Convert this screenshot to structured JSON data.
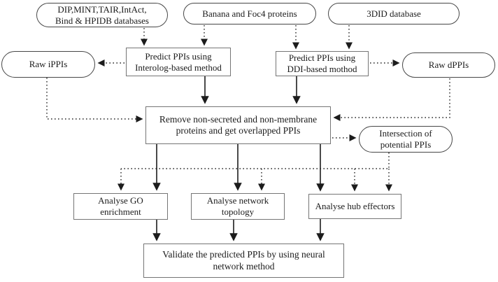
{
  "diagram": {
    "title": "PPI prediction and analysis workflow",
    "nodes": {
      "dip_databases": {
        "shape": "ellipse",
        "label": "DIP,MINT,TAIR,IntAct,\nBind & HPIDB databases"
      },
      "banana_foc4": {
        "shape": "ellipse",
        "label": "Banana and Foc4 proteins"
      },
      "threedid": {
        "shape": "ellipse",
        "label": "3DID database"
      },
      "raw_ippis": {
        "shape": "ellipse",
        "label": "Raw iPPIs"
      },
      "predict_interolog": {
        "shape": "rect",
        "label": "Predict PPIs using\nInterolog-based method"
      },
      "predict_ddi": {
        "shape": "rect",
        "label": "Predict PPIs using\nDDI-based mothod"
      },
      "raw_dppis": {
        "shape": "ellipse",
        "label": "Raw dPPIs"
      },
      "remove_overlap": {
        "shape": "rect",
        "label": "Remove non-secreted and non-membrane\nproteins and get overlapped PPIs"
      },
      "intersection": {
        "shape": "ellipse",
        "label": "Intersection of\npotential PPIs"
      },
      "analyse_go": {
        "shape": "rect",
        "label": "Analyse GO\nenrichment"
      },
      "analyse_network": {
        "shape": "rect",
        "label": "Analyse network\ntopology"
      },
      "analyse_hub": {
        "shape": "rect",
        "label": "Analyse hub effectors"
      },
      "validate": {
        "shape": "rect",
        "label": "Validate the predicted PPIs by using neural\nnetwork method"
      }
    },
    "edges": [
      {
        "from": "dip_databases",
        "to": "predict_interolog",
        "style": "dotted"
      },
      {
        "from": "banana_foc4",
        "to": "predict_interolog",
        "style": "dotted"
      },
      {
        "from": "banana_foc4",
        "to": "predict_ddi",
        "style": "dotted"
      },
      {
        "from": "threedid",
        "to": "predict_ddi",
        "style": "dotted"
      },
      {
        "from": "predict_interolog",
        "to": "raw_ippis",
        "style": "dotted"
      },
      {
        "from": "predict_ddi",
        "to": "raw_dppis",
        "style": "dotted"
      },
      {
        "from": "raw_ippis",
        "to": "remove_overlap",
        "style": "dotted"
      },
      {
        "from": "raw_dppis",
        "to": "remove_overlap",
        "style": "dotted"
      },
      {
        "from": "predict_interolog",
        "to": "remove_overlap",
        "style": "solid"
      },
      {
        "from": "predict_ddi",
        "to": "remove_overlap",
        "style": "solid"
      },
      {
        "from": "remove_overlap",
        "to": "intersection",
        "style": "dotted"
      },
      {
        "from": "intersection",
        "to": "analyse_go",
        "style": "dotted"
      },
      {
        "from": "intersection",
        "to": "analyse_network",
        "style": "dotted"
      },
      {
        "from": "intersection",
        "to": "analyse_hub",
        "style": "dotted"
      },
      {
        "from": "remove_overlap",
        "to": "analyse_go",
        "style": "solid"
      },
      {
        "from": "remove_overlap",
        "to": "analyse_network",
        "style": "solid"
      },
      {
        "from": "remove_overlap",
        "to": "analyse_hub",
        "style": "solid"
      },
      {
        "from": "analyse_go",
        "to": "validate",
        "style": "solid"
      },
      {
        "from": "analyse_network",
        "to": "validate",
        "style": "solid"
      },
      {
        "from": "analyse_hub",
        "to": "validate",
        "style": "solid"
      }
    ],
    "colors": {
      "background": "#ffffff",
      "rect_border": "#757575",
      "ellipse_border": "#474747",
      "line": "#1c1c1c",
      "text": "#1b1b1b"
    }
  }
}
